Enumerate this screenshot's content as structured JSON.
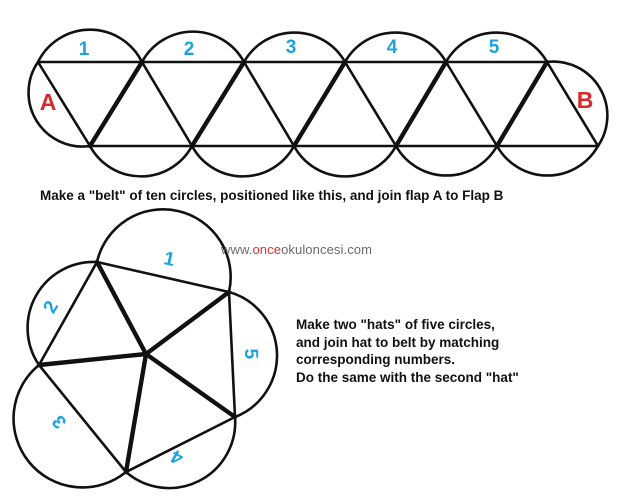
{
  "colors": {
    "line": "#111111",
    "number": "#1aa3dd",
    "flap": "#d62a2a",
    "text": "#111111",
    "watermark_grey": "#6a6a6a",
    "watermark_red": "#e0302a"
  },
  "belt": {
    "numbers": [
      "1",
      "2",
      "3",
      "4",
      "5"
    ],
    "flap_a": "A",
    "flap_b": "B"
  },
  "belt_caption": "Make a \"belt\" of ten circles, positioned like this, and join flap A to Flap B",
  "watermark": {
    "prefix": "www.",
    "accent": "once",
    "suffix": "okuloncesi.com"
  },
  "hat": {
    "numbers": [
      "1",
      "2",
      "3",
      "4",
      "5"
    ]
  },
  "hat_caption": {
    "lines": [
      "Make two \"hats\" of five circles,",
      "and join hat to belt by matching",
      "corresponding numbers.",
      "Do the same with the second \"hat\""
    ]
  }
}
